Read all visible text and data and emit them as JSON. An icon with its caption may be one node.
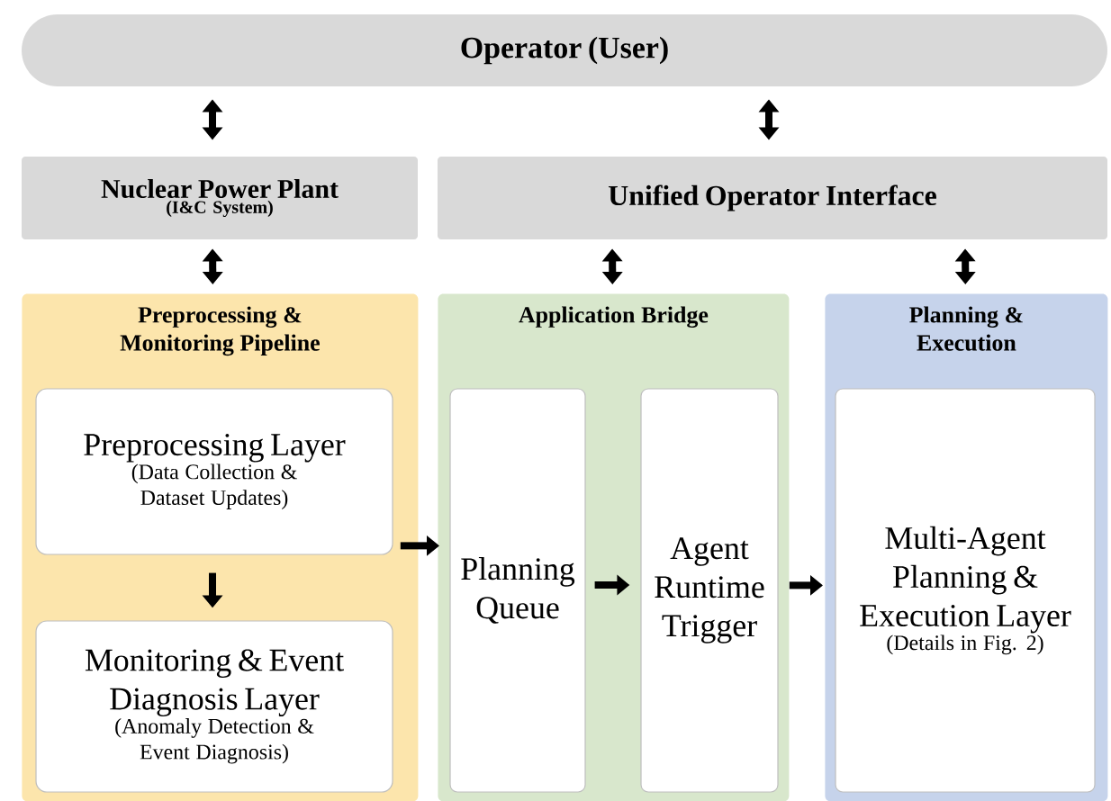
{
  "diagram": {
    "nodes": [
      {
        "text": [
          "Operator (User)"
        ]
      },
      {
        "text": [
          "Nuclear Power Plant",
          "(I&C System)"
        ]
      },
      {
        "text": [
          "Unified Operator Interface"
        ]
      },
      {
        "text": [
          "Preprocessing & Monitoring Pipeline"
        ]
      },
      {
        "text": [
          "Preprocessing Layer",
          "(Data Collection & Dataset Updates)"
        ],
        "in": 3
      },
      {
        "text": [
          "Monitoring & Event Diagnosis Layer",
          "(Anomaly Detection & Event Diagnosis)"
        ],
        "in": 3
      },
      {
        "text": [
          "Application Bridge"
        ]
      },
      {
        "text": [
          "Planning Queue"
        ],
        "in": 6
      },
      {
        "text": [
          "Agent Runtime Trigger"
        ],
        "in": 6
      },
      {
        "text": [
          "Planning & Execution"
        ]
      },
      {
        "text": [
          "Multi-Agent Planning & Execution Layer",
          "(Details in Fig. 2)"
        ],
        "in": 9
      }
    ],
    "edges": [
      {
        "from": 0,
        "to": 1,
        "arrow": "both"
      },
      {
        "from": 0,
        "to": 2,
        "arrow": "both"
      },
      {
        "from": 1,
        "to": 3,
        "arrow": "both"
      },
      {
        "from": 2,
        "to": 6,
        "arrow": "both"
      },
      {
        "from": 2,
        "to": 9,
        "arrow": "both"
      },
      {
        "from": 4,
        "to": 5,
        "arrow": "to"
      },
      {
        "from": 3,
        "to": 6,
        "arrow": "to"
      },
      {
        "from": 7,
        "to": 8,
        "arrow": "to"
      },
      {
        "from": 6,
        "to": 9,
        "arrow": "to"
      }
    ]
  }
}
